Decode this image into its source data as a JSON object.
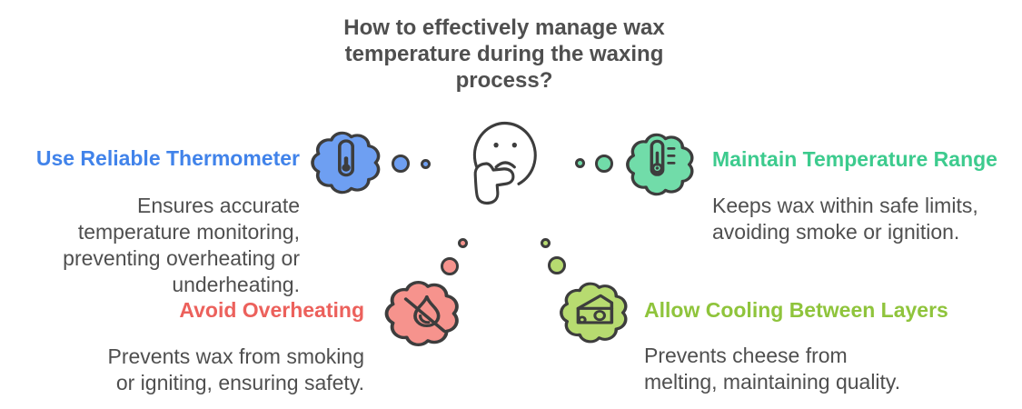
{
  "title": {
    "text": "How to effectively manage wax temperature during the waxing process?",
    "lines": [
      "How to effectively manage wax",
      "temperature during the waxing",
      "process?"
    ]
  },
  "center_icon": "thinking-face-icon",
  "items": [
    {
      "label": "Use Reliable Thermometer",
      "description": "Ensures accurate temperature monitoring, preventing overheating or underheating.",
      "lines": [
        "Ensures accurate",
        "temperature monitoring,",
        "preventing overheating or",
        "underheating."
      ],
      "icon": "thermometer-icon",
      "color_key": "blue"
    },
    {
      "label": "Maintain Temperature Range",
      "description": "Keeps wax within safe limits, avoiding smoke or ignition.",
      "lines": [
        "Keeps wax within safe limits,",
        "avoiding smoke or ignition."
      ],
      "icon": "thermometer-range-icon",
      "color_key": "green"
    },
    {
      "label": "Avoid Overheating",
      "description": "Prevents wax from smoking or igniting, ensuring safety.",
      "lines": [
        "Prevents wax from smoking",
        "or igniting, ensuring safety."
      ],
      "icon": "crossed-flame-icon",
      "color_key": "red"
    },
    {
      "label": "Allow Cooling Between Layers",
      "description": "Prevents cheese from melting, maintaining quality.",
      "lines": [
        "Prevents cheese from",
        "melting, maintaining quality."
      ],
      "icon": "cheese-icon",
      "color_key": "lime"
    }
  ],
  "colors": {
    "background": "#FFFFFF",
    "outline": "#3D3D3D",
    "title_text": "#4F4F4F",
    "body_text": "#4F4F4F",
    "blue_accent": "#4183EA",
    "blue_fill": "#6E9FF2",
    "green_accent": "#3DCB8E",
    "green_fill": "#71DCA9",
    "red_accent": "#EC615C",
    "red_fill": "#F6938D",
    "lime_accent": "#8FC43C",
    "lime_fill": "#B7DB70"
  }
}
